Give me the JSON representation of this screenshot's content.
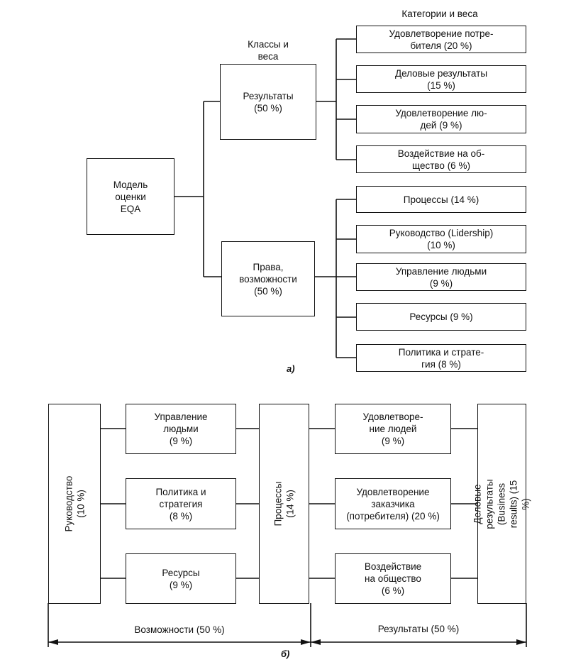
{
  "diagram_a": {
    "header_classes": "Классы и\nвеса",
    "header_categories": "Категории и веса",
    "root": "Модель\nоценки\nEQA",
    "class_results": "Результаты\n(50 %)",
    "class_enablers": "Права,\nвозможности\n(50 %)",
    "results_categories": [
      "Удовлетворение потре-\nбителя (20 %)",
      "Деловые результаты\n(15 %)",
      "Удовлетворение лю-\nдей (9 %)",
      "Воздействие на об-\nщество (6 %)"
    ],
    "enabler_categories": [
      "Процессы (14 %)",
      "Руководство (Lidership)\n(10 %)",
      "Управление людьми\n(9 %)",
      "Ресурсы (9 %)",
      "Политика и страте-\nгия (8 %)"
    ],
    "caption": "а)"
  },
  "diagram_b": {
    "leadership": "Руководство (10 %)",
    "enablers": [
      "Управление\nлюдьми\n(9 %)",
      "Политика и\nстратегия\n(8 %)",
      "Ресурсы\n(9 %)"
    ],
    "processes": "Процессы (14 %)",
    "results": [
      "Удовлетворе-\nние людей\n(9 %)",
      "Удовлетворение\nзаказчика\n(потребителя) (20 %)",
      "Воздействие\nна общество\n(6 %)"
    ],
    "business_results": "Деловые результаты\n(Business results) (15 %)",
    "span_enablers": "Возможности (50 %)",
    "span_results": "Результаты (50 %)",
    "caption": "б)"
  }
}
